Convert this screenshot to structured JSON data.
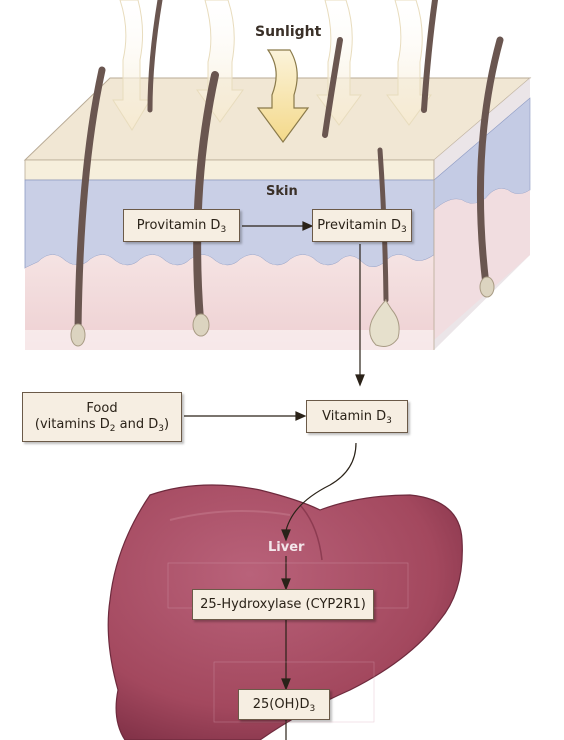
{
  "labels": {
    "sunlight": "Sunlight",
    "skin": "Skin",
    "liver": "Liver"
  },
  "boxes": {
    "provitamin": {
      "main": "Provitamin D",
      "sub": "3"
    },
    "previtamin": {
      "main": "Previtamin D",
      "sub": "3"
    },
    "food": {
      "line1": "Food",
      "line2_a": "(vitamins D",
      "line2_sub1": "2",
      "line2_b": " and D",
      "line2_sub2": "3",
      "line2_c": ")"
    },
    "vitamin": {
      "main": "Vitamin D",
      "sub": "3"
    },
    "hydroxylase": {
      "main": "25-Hydroxylase (CYP2R1)"
    },
    "ohd": {
      "main": "25(OH)D",
      "sub": "3"
    }
  },
  "colors": {
    "epidermis": "#f3ead2",
    "dermis": "#c9cfe6",
    "subcutis": "#f2dcdc",
    "hair": "#6a5650",
    "sun_arrow": "#f6e6b3",
    "liver": "#a3485e",
    "box_bg": "#f6eee2"
  }
}
